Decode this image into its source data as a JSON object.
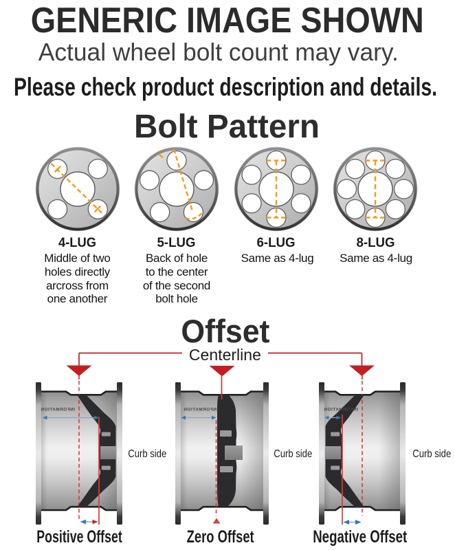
{
  "header": {
    "title": "GENERIC IMAGE SHOWN",
    "subtitle": "Actual wheel bolt count may vary.",
    "note": "Please check product description and details."
  },
  "bolt_pattern": {
    "heading": "Bolt Pattern",
    "wheels": [
      {
        "id": "4-lug",
        "label": "4-LUG",
        "holes": 4,
        "annotation": "diagonal",
        "description": "Middle of two\nholes directly\narcross from\none another"
      },
      {
        "id": "5-lug",
        "label": "5-LUG",
        "holes": 5,
        "annotation": "back-to-center",
        "description": "Back of hole\nto the center\nof the second\nbolt hole"
      },
      {
        "id": "6-lug",
        "label": "6-LUG",
        "holes": 6,
        "annotation": "vertical",
        "description": "Same as 4-lug"
      },
      {
        "id": "8-lug",
        "label": "8-LUG",
        "holes": 8,
        "annotation": "vertical",
        "description": "Same as 4-lug"
      }
    ]
  },
  "offset": {
    "heading": "Offset",
    "centerline_label": "Centerline",
    "curb_side_label": "Curb side",
    "barrel_watermark": "INFORMATION",
    "wheels": [
      {
        "id": "positive",
        "label": "Positive Offset",
        "type": "positive"
      },
      {
        "id": "zero",
        "label": "Zero Offset",
        "type": "zero"
      },
      {
        "id": "negative",
        "label": "Negative Offset",
        "type": "negative"
      }
    ]
  },
  "colors": {
    "heading_text": "#2b2b2b",
    "subtitle_text": "#3f3f3f",
    "body_text": "#141414",
    "accent_orange": "#f49c1e",
    "accent_red": "#c41e25",
    "dashed_red": "#d93029",
    "accent_blue": "#2b7bbf",
    "measure_line": "#8fa6b6",
    "face_dark": "#2b2b2e",
    "hub_gray": "#8f8f8f"
  }
}
